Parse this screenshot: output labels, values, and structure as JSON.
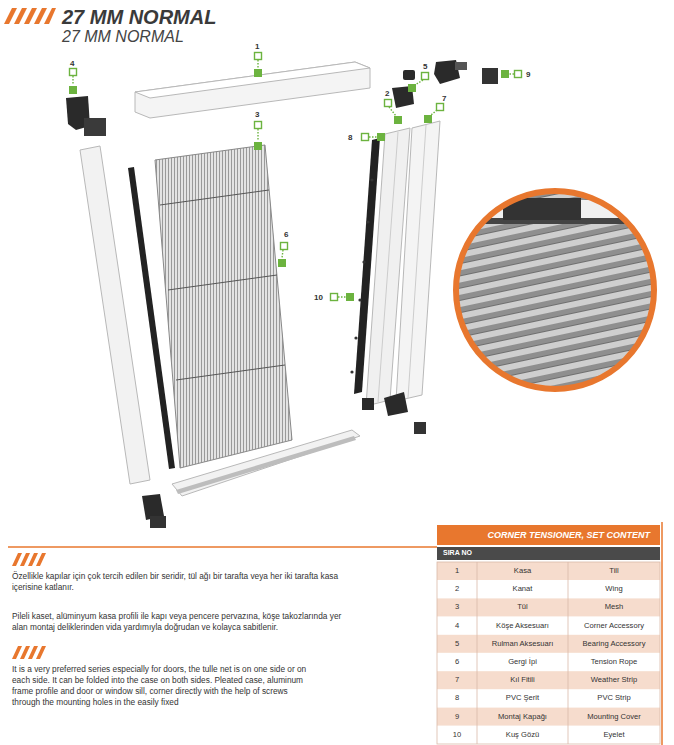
{
  "diagram": {
    "title": "27 MM NORMAL",
    "nodes": [
      {
        "text": [
          "CORNER TENSIONER, SET CONTENT"
        ]
      },
      {
        "text": [
          "SIRA NO"
        ]
      }
    ],
    "labels": [
      "27 MM NORMAL",
      "1",
      "4",
      "5",
      "9",
      "2",
      "7",
      "3",
      "8",
      "6",
      "10",
      "Özellikle kapılar için çok tercih edilen bir seridir, tül ağı bir tarafta veya her iki tarafta kasa içerisine katlanır.",
      "Pileli kaset, alüminyum kasa profili ile kapı veya pencere pervazına, köşe takozlarında yer alan montaj deliklerinden vida yardımıyla doğrudan ve kolayca sabitlenir.",
      "It is a very preferred series especially for doors, the tulle net is on one side or on each side. It can be folded into the case on both sides. Pleated case, aluminum frame profile and door or window sill, corner directly with the help of screws through the mounting holes in the easily fixed",
      "1",
      "Kasa",
      "Till",
      "2",
      "Kanat",
      "Wing",
      "3",
      "Tül",
      "Mesh",
      "4",
      "Köşe Aksesuarı",
      "Corner Accessory",
      "5",
      "Rulman Aksesuarı",
      "Bearing Accessory",
      "6",
      "Gergi İpi",
      "Tension Rope",
      "7",
      "Kıl Fitili",
      "Weather Strip",
      "8",
      "PVC Şerit",
      "PVC Strip",
      "9",
      "Montaj Kapağı",
      "Mounting Cover",
      "10",
      "Kuş Gözü",
      "Eyelet"
    ]
  }
}
